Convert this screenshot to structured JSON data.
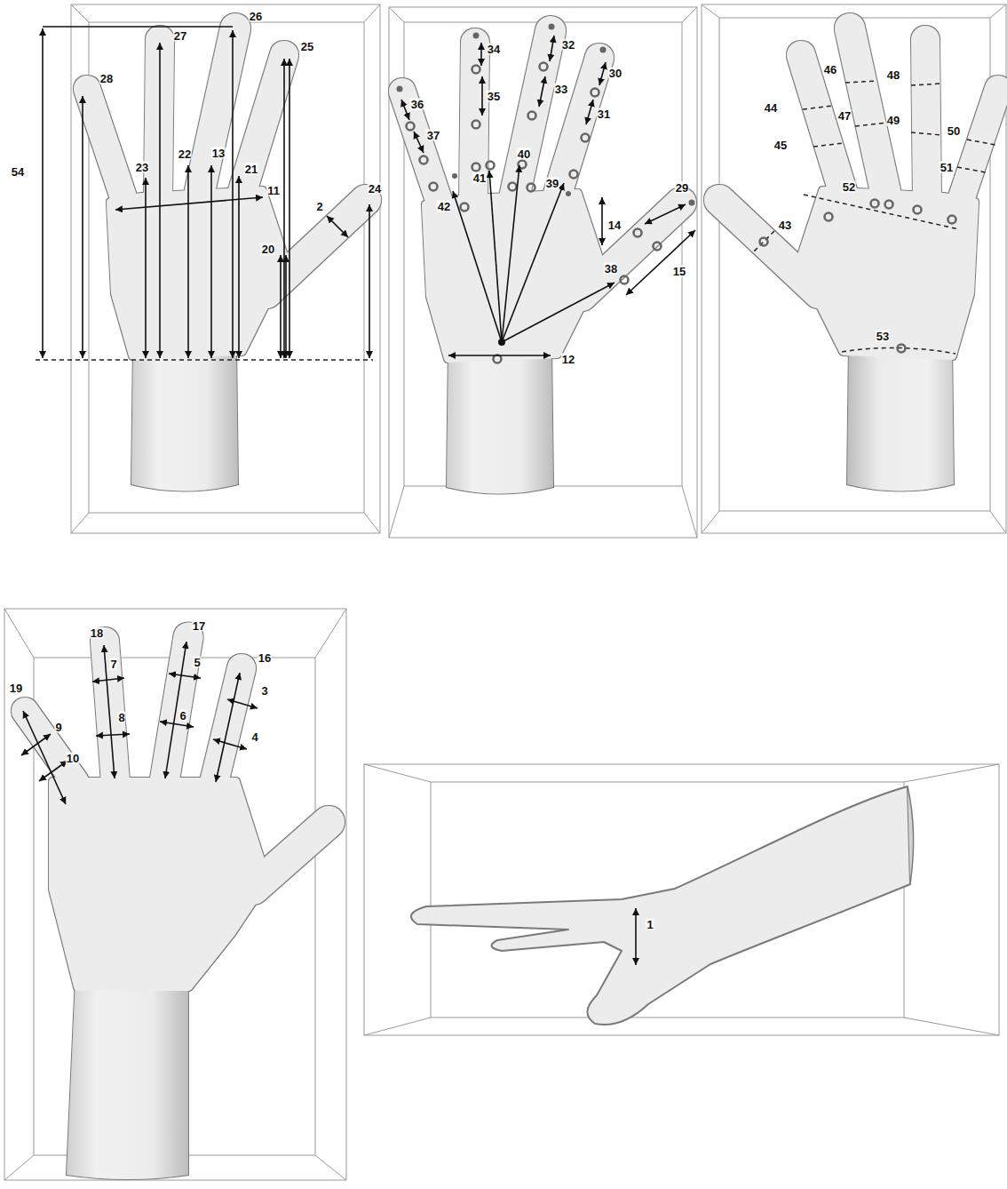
{
  "diagram": {
    "labels": [
      "54",
      "28",
      "27",
      "26",
      "25",
      "23",
      "22",
      "13",
      "21",
      "11",
      "24",
      "2",
      "20",
      "34",
      "32",
      "30",
      "35",
      "33",
      "31",
      "36",
      "37",
      "40",
      "41",
      "39",
      "42",
      "29",
      "14",
      "38",
      "15",
      "12",
      "46",
      "48",
      "44",
      "47",
      "49",
      "45",
      "50",
      "51",
      "52",
      "43",
      "53",
      "18",
      "17",
      "16",
      "19",
      "7",
      "5",
      "3",
      "9",
      "8",
      "6",
      "4",
      "10",
      "1"
    ]
  }
}
